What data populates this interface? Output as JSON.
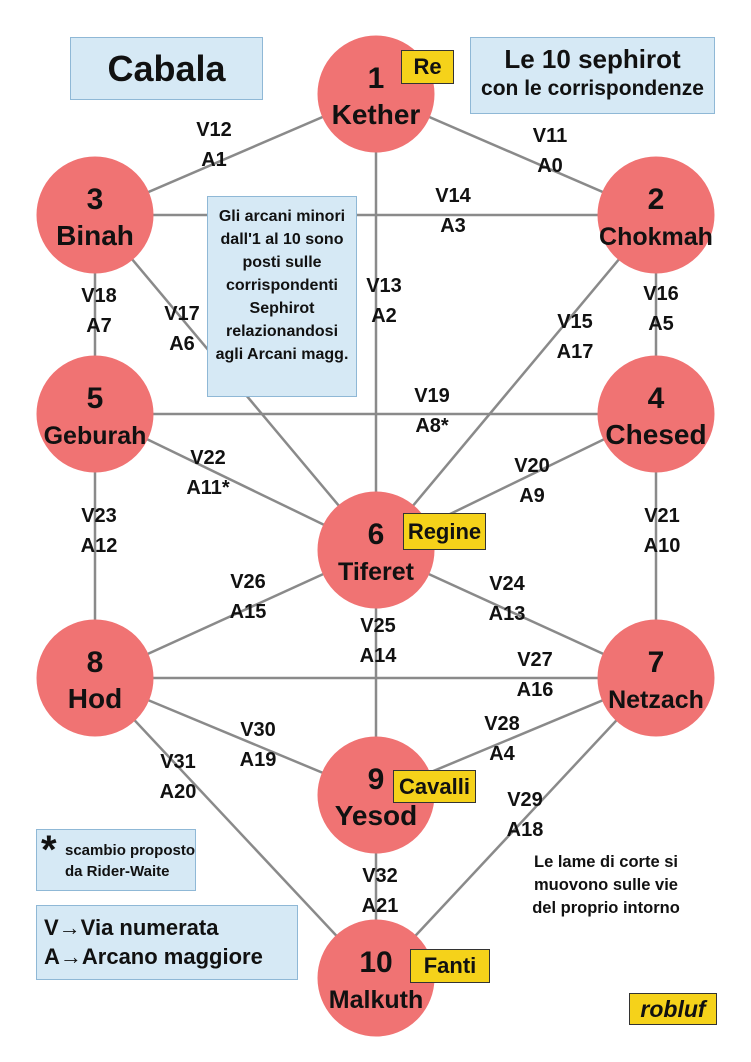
{
  "title": "Cabala",
  "header": {
    "line1": "Le 10 sephirot",
    "line2": "con le corrispondenze"
  },
  "info_note": [
    "Gli arcani minori",
    "dall'1 al 10 sono",
    "posti sulle",
    "corrispondenti",
    "Sephirot",
    "relazionandosi",
    "agli Arcani magg."
  ],
  "swap_note": {
    "symbol": "*",
    "lines": [
      "scambio proposto",
      "da Rider-Waite"
    ]
  },
  "legend": {
    "line1": "V→Via numerata",
    "line2": "A→Arcano maggiore"
  },
  "court_note": [
    "Le lame di corte si",
    "muovono sulle vie",
    "del proprio intorno"
  ],
  "court_tags": {
    "re": "Re",
    "regine": "Regine",
    "cavalli": "Cavalli",
    "fanti": "Fanti"
  },
  "signature": "robluf",
  "sephirot": [
    {
      "id": "kether",
      "number": "1",
      "name": "Kether"
    },
    {
      "id": "chokmah",
      "number": "2",
      "name": "Chokmah"
    },
    {
      "id": "binah",
      "number": "3",
      "name": "Binah"
    },
    {
      "id": "chesed",
      "number": "4",
      "name": "Chesed"
    },
    {
      "id": "geburah",
      "number": "5",
      "name": "Geburah"
    },
    {
      "id": "tiferet",
      "number": "6",
      "name": "Tiferet"
    },
    {
      "id": "netzach",
      "number": "7",
      "name": "Netzach"
    },
    {
      "id": "hod",
      "number": "8",
      "name": "Hod"
    },
    {
      "id": "yesod",
      "number": "9",
      "name": "Yesod"
    },
    {
      "id": "malkuth",
      "number": "10",
      "name": "Malkuth"
    }
  ],
  "paths": [
    {
      "from": "kether",
      "to": "chokmah",
      "via": "V11",
      "arcano": "A0"
    },
    {
      "from": "kether",
      "to": "binah",
      "via": "V12",
      "arcano": "A1"
    },
    {
      "from": "kether",
      "to": "tiferet",
      "via": "V13",
      "arcano": "A2"
    },
    {
      "from": "chokmah",
      "to": "binah",
      "via": "V14",
      "arcano": "A3"
    },
    {
      "from": "chokmah",
      "to": "tiferet",
      "via": "V15",
      "arcano": "A17"
    },
    {
      "from": "chokmah",
      "to": "chesed",
      "via": "V16",
      "arcano": "A5"
    },
    {
      "from": "binah",
      "to": "tiferet",
      "via": "V17",
      "arcano": "A6"
    },
    {
      "from": "binah",
      "to": "geburah",
      "via": "V18",
      "arcano": "A7"
    },
    {
      "from": "chesed",
      "to": "geburah",
      "via": "V19",
      "arcano": "A8*"
    },
    {
      "from": "chesed",
      "to": "tiferet",
      "via": "V20",
      "arcano": "A9"
    },
    {
      "from": "chesed",
      "to": "netzach",
      "via": "V21",
      "arcano": "A10"
    },
    {
      "from": "geburah",
      "to": "tiferet",
      "via": "V22",
      "arcano": "A11*"
    },
    {
      "from": "geburah",
      "to": "hod",
      "via": "V23",
      "arcano": "A12"
    },
    {
      "from": "tiferet",
      "to": "netzach",
      "via": "V24",
      "arcano": "A13"
    },
    {
      "from": "tiferet",
      "to": "yesod",
      "via": "V25",
      "arcano": "A14"
    },
    {
      "from": "tiferet",
      "to": "hod",
      "via": "V26",
      "arcano": "A15"
    },
    {
      "from": "netzach",
      "to": "hod",
      "via": "V27",
      "arcano": "A16"
    },
    {
      "from": "netzach",
      "to": "yesod",
      "via": "V28",
      "arcano": "A4"
    },
    {
      "from": "netzach",
      "to": "malkuth",
      "via": "V29",
      "arcano": "A18"
    },
    {
      "from": "hod",
      "to": "yesod",
      "via": "V30",
      "arcano": "A19"
    },
    {
      "from": "hod",
      "to": "malkuth",
      "via": "V31",
      "arcano": "A20"
    },
    {
      "from": "yesod",
      "to": "malkuth",
      "via": "V32",
      "arcano": "A21"
    }
  ]
}
